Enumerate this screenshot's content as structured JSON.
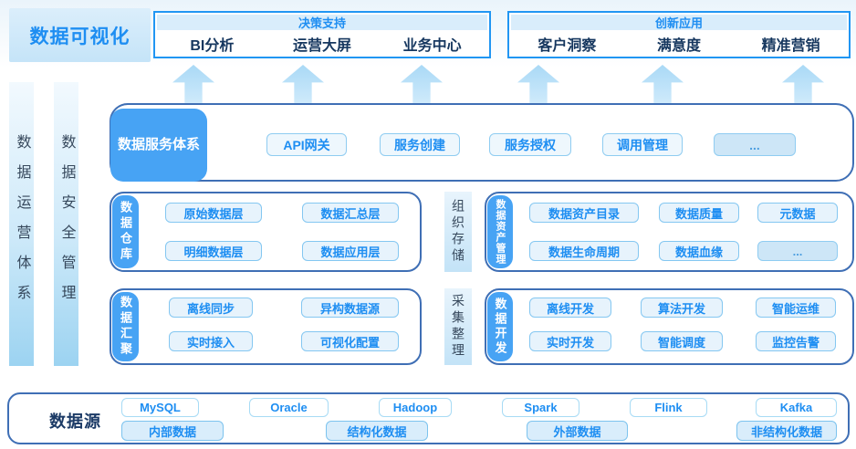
{
  "title": "数据可视化",
  "top_groups": [
    {
      "header": "决策支持",
      "items": [
        "BI分析",
        "运营大屏",
        "业务中心"
      ]
    },
    {
      "header": "创新应用",
      "items": [
        "客户洞察",
        "满意度",
        "精准营销"
      ]
    }
  ],
  "side_bars": {
    "operations": "数据运营体系",
    "security": "数据安全管理"
  },
  "service_layer": {
    "tab": "数据服务体系",
    "items": [
      "API网关",
      "服务创建",
      "服务授权",
      "调用管理",
      "..."
    ]
  },
  "warehouse_row": {
    "left_tab": "数据仓库",
    "left_items": [
      "原始数据层",
      "数据汇总层",
      "明细数据层",
      "数据应用层"
    ],
    "middle": "组织存储",
    "right_tab": "数据资产管理",
    "right_items": [
      "数据资产目录",
      "数据质量",
      "元数据",
      "数据生命周期",
      "数据血缘",
      "..."
    ]
  },
  "aggregation_row": {
    "left_tab": "数据汇聚",
    "left_items": [
      "离线同步",
      "异构数据源",
      "实时接入",
      "可视化配置"
    ],
    "middle": "采集整理",
    "right_tab": "数据开发",
    "right_items": [
      "离线开发",
      "算法开发",
      "智能运维",
      "实时开发",
      "智能调度",
      "监控告警"
    ]
  },
  "datasource": {
    "label": "数据源",
    "technologies": [
      "MySQL",
      "Oracle",
      "Hadoop",
      "Spark",
      "Flink",
      "Kafka"
    ],
    "categories": [
      "内部数据",
      "结构化数据",
      "外部数据",
      "非结构化数据"
    ]
  },
  "colors": {
    "accent_blue": "#2196f3",
    "tab_blue": "#47a3f4",
    "navy_text": "#16375f",
    "container_border": "#3f6fb5",
    "chip_fill": "#e7f3fc",
    "chip_border": "#84c7f1",
    "strip_fill": "#d9edfb",
    "arrow_blue": "#a9d9f6"
  }
}
